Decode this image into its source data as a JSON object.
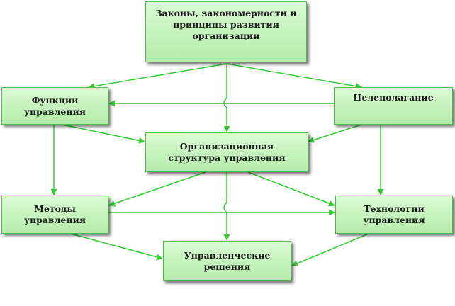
{
  "diagram": {
    "colors": {
      "box_fill": "#c4f3bb",
      "box_border": "#4dbb47",
      "arrow": "#33cc33",
      "text": "#1a1a1a"
    },
    "nodes": {
      "laws": "Законы, закономерности и\nпринципы развития\nорганизации",
      "functions": "Функции\nуправления",
      "goal_setting": "Целеполагание",
      "org_structure": "Организационная\nструктура управления",
      "methods": "Методы\nуправления",
      "technologies": "Технологии\nуправления",
      "decisions": "Управленческие\nрешения"
    }
  }
}
